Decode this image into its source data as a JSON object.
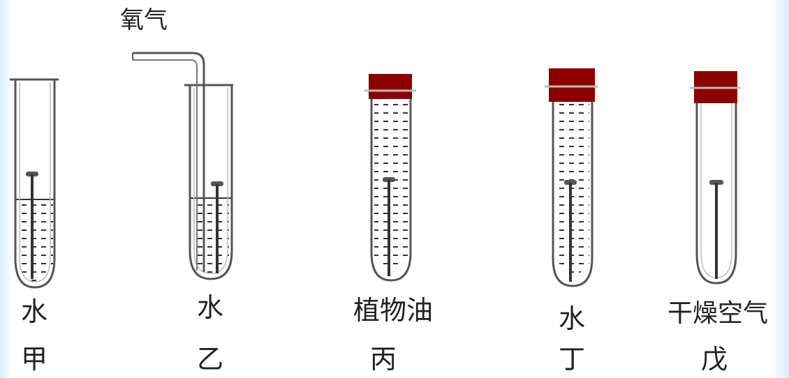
{
  "diagram": {
    "oxygen_label": "氧气",
    "tubes": [
      {
        "id": "jia",
        "contents": "水",
        "name": "甲"
      },
      {
        "id": "yi",
        "contents": "水",
        "name": "乙"
      },
      {
        "id": "bing",
        "contents": "植物油",
        "name": "丙"
      },
      {
        "id": "ding",
        "contents": "水",
        "name": "丁"
      },
      {
        "id": "wu",
        "contents": "干燥空气",
        "name": "戊"
      }
    ]
  },
  "colors": {
    "stopper": "#8b0000",
    "stroke": "#333333",
    "background": "#ffffff"
  }
}
